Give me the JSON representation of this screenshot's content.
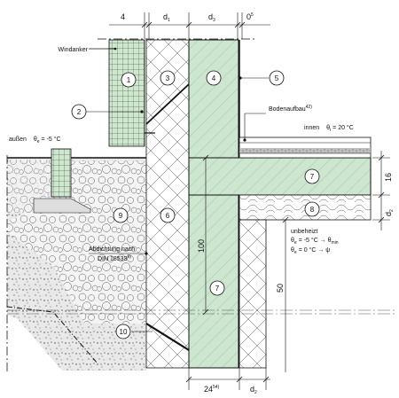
{
  "colors": {
    "concrete": "#cde6cf",
    "brick": "#cfe6cf",
    "insulation": "#ffffff",
    "gravel": "#f2f2f2",
    "line": "#111111"
  },
  "top_dimensions": {
    "d4": "4",
    "d1_base": "d",
    "d1_sub": "1",
    "d3_base": "d",
    "d3_sub": "3",
    "d0_base": "0",
    "d0_sup": "5"
  },
  "labels": {
    "windanker": "Windanker",
    "bodenaufbau": "Bodenaufbau",
    "bodenaufbau_ref": "42)",
    "innen": "innen",
    "innen_theta": "θ",
    "innen_sub": "i",
    "innen_value": "= 20 °C",
    "aussen": "außen",
    "aussen_theta": "θ",
    "aussen_sub": "e",
    "aussen_value": "= -5 °C",
    "abdichtung_line1": "Abdichtung nach",
    "abdichtung_line2": "DIN 18533",
    "abdichtung_ref": "6)",
    "unbeheizt": "unbeheizt",
    "unb_line1_theta": "θ",
    "unb_line1_sub": "e",
    "unb_line1_value": "= -5 °C → θ",
    "unb_line1_tail": "min",
    "unb_line2_theta": "θ",
    "unb_line2_sub": "e",
    "unb_line2_value": "= 0 °C → ψ"
  },
  "markers": [
    "1",
    "2",
    "3",
    "4",
    "5",
    "6",
    "7",
    "7",
    "8",
    "9",
    "10"
  ],
  "right_dimensions": {
    "slab": "16",
    "d2_base": "d",
    "d2_sub": "2",
    "depth": "50",
    "inner_height": "100"
  },
  "bottom_dimensions": {
    "wall": "24",
    "wall_ref": "54)",
    "d2_base": "d",
    "d2_sub": "2"
  }
}
